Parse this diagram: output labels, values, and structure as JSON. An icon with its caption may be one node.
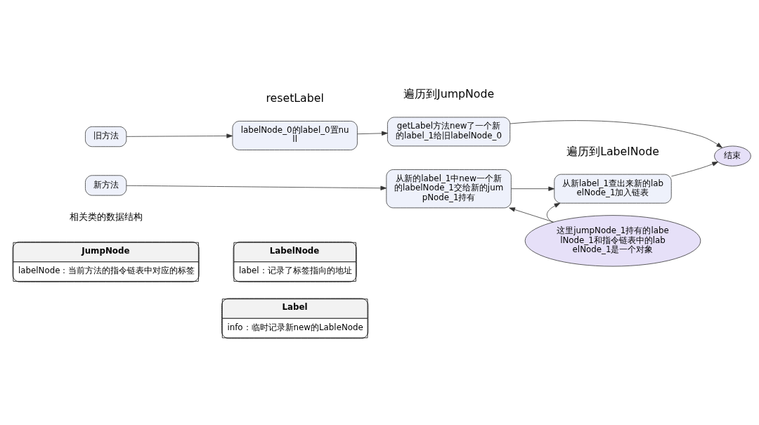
{
  "diagram": {
    "nodes": [
      {
        "text": [
          "旧方法"
        ]
      },
      {
        "text": [
          "labelNode_0的label_0置null"
        ]
      },
      {
        "text": [
          "getLabel方法new了一个新的label_1给旧labelNode_0"
        ]
      },
      {
        "text": [
          "新方法"
        ]
      },
      {
        "text": [
          "从新的label_1中new一个新的labelNode_1交给新的jumpNode_1持有"
        ]
      },
      {
        "text": [
          "从新label_1查出来新的labelNode_1加入链表"
        ]
      },
      {
        "text": [
          "结束"
        ]
      },
      {
        "text": [
          "这里jumpNode_1持有的labelNode_1和指令链表中的labelNode_1是一个对象"
        ]
      },
      {
        "text": [
          "JumpNode",
          "labelNode：当前方法的指令链表中对应的标签"
        ]
      },
      {
        "text": [
          "LabelNode",
          "label：记录了标签指向的地址"
        ]
      },
      {
        "text": [
          "Label",
          "info：临时记录新new的LableNode"
        ]
      }
    ],
    "edges": [
      {
        "from": 0,
        "to": 1,
        "arrow": "to"
      },
      {
        "from": 1,
        "to": 2,
        "arrow": "to"
      },
      {
        "from": 2,
        "to": 6,
        "arrow": "to"
      },
      {
        "from": 3,
        "to": 4,
        "arrow": "to"
      },
      {
        "from": 4,
        "to": 5,
        "arrow": "to"
      },
      {
        "from": 5,
        "to": 6,
        "arrow": "to"
      },
      {
        "from": 7,
        "to": 4,
        "arrow": "to"
      },
      {
        "from": 7,
        "to": 5,
        "arrow": "to"
      }
    ],
    "labels": [
      "resetLabel",
      "遍历到JumpNode",
      "遍历到LabelNode",
      "相关类的数据结构"
    ]
  }
}
